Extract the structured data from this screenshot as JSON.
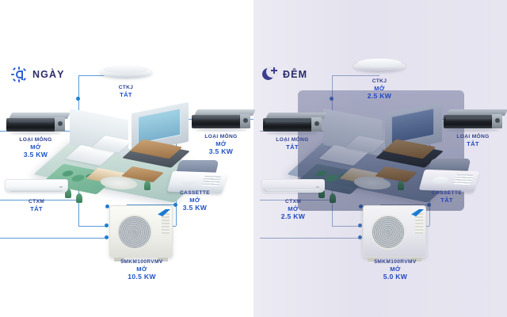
{
  "panels": [
    {
      "id": "day",
      "mode_label": "NGÀY",
      "mode_icon": "sun-icon",
      "units": [
        {
          "key": "ceiling_ctkj",
          "name": "CTKJ",
          "state": "TẮT",
          "kw": ""
        },
        {
          "key": "duct_left",
          "name": "LOẠI MỎNG",
          "state": "MỞ",
          "kw": "3.5 KW"
        },
        {
          "key": "wall_ctxm",
          "name": "CTXM",
          "state": "TẮT",
          "kw": ""
        },
        {
          "key": "duct_right",
          "name": "LOẠI MỎNG",
          "state": "MỞ",
          "kw": "3.5 KW"
        },
        {
          "key": "cassette",
          "name": "CASSETTE",
          "state": "MỞ",
          "kw": "3.5 KW"
        },
        {
          "key": "outdoor",
          "name": "5MKM100RVMV",
          "state": "MỞ",
          "kw": "10.5 KW"
        }
      ]
    },
    {
      "id": "night",
      "mode_label": "ĐÊM",
      "mode_icon": "moon-icon",
      "units": [
        {
          "key": "ceiling_ctkj",
          "name": "CTKJ",
          "state": "MỞ",
          "kw": "2.5 KW"
        },
        {
          "key": "duct_left",
          "name": "LOẠI MỎNG",
          "state": "TẮT",
          "kw": ""
        },
        {
          "key": "wall_ctxm",
          "name": "CTXM",
          "state": "MỞ",
          "kw": "2.5 KW"
        },
        {
          "key": "duct_right",
          "name": "LOẠI MỎNG",
          "state": "TẮT",
          "kw": ""
        },
        {
          "key": "cassette",
          "name": "CASSETTE",
          "state": "TẮT",
          "kw": ""
        },
        {
          "key": "outdoor",
          "name": "5MKM100RVMV",
          "state": "MỞ",
          "kw": "5.0 KW"
        }
      ]
    }
  ],
  "colors": {
    "wire": "#5a9bd8",
    "dot": "#1f7fd4",
    "label_name": "#2b3f8f",
    "label_value": "#1f52c8",
    "mode_text": "#2b2b6b",
    "day_background": "#ffffff",
    "night_background": "#e6e4ef"
  }
}
